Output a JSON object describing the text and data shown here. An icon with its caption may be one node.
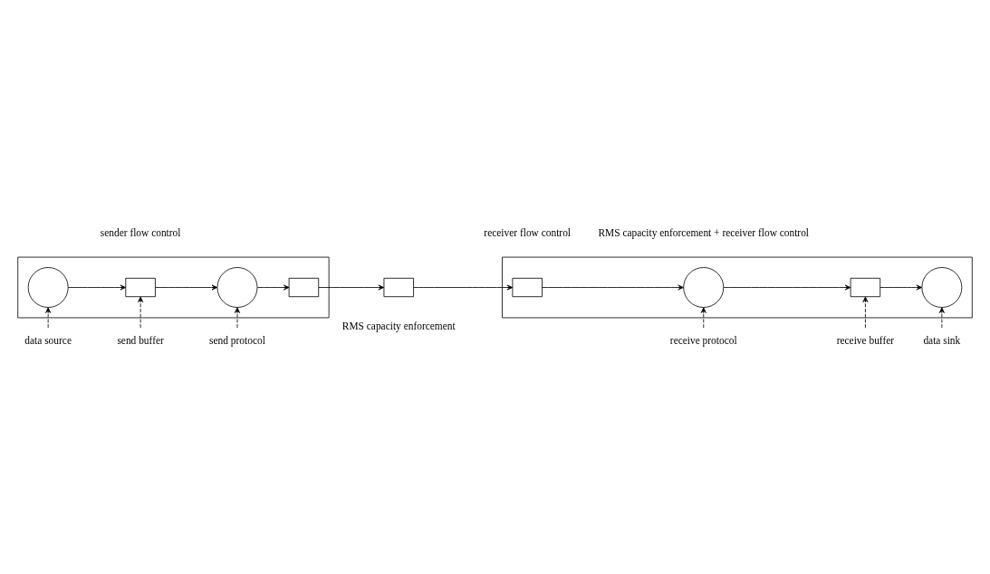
{
  "diagram": {
    "nodes": [
      {
        "text": [
          "data source"
        ]
      },
      {
        "text": [
          "send buffer"
        ]
      },
      {
        "text": [
          "send protocol"
        ]
      },
      {
        "text": [
          "receive protocol"
        ]
      },
      {
        "text": [
          "receive buffer"
        ]
      },
      {
        "text": [
          "data sink"
        ]
      },
      {
        "text": [],
        "shape": "box"
      },
      {
        "text": [],
        "shape": "circle",
        "in": 6
      },
      {
        "text": [],
        "shape": "box",
        "in": 6
      },
      {
        "text": [],
        "shape": "circle",
        "in": 6
      },
      {
        "text": [],
        "shape": "box",
        "in": 6
      },
      {
        "text": [],
        "shape": "box"
      },
      {
        "text": [],
        "shape": "box"
      },
      {
        "text": [],
        "shape": "box",
        "in": 12
      },
      {
        "text": [],
        "shape": "circle",
        "in": 12
      },
      {
        "text": [],
        "shape": "box",
        "in": 12
      },
      {
        "text": [],
        "shape": "circle",
        "in": 12
      }
    ],
    "edges": [
      {
        "from": 7,
        "to": 8,
        "arrow": "to"
      },
      {
        "from": 8,
        "to": 9,
        "arrow": "to"
      },
      {
        "from": 9,
        "to": 10,
        "arrow": "to"
      },
      {
        "from": 10,
        "to": 11,
        "arrow": "to"
      },
      {
        "from": 11,
        "to": 13,
        "arrow": "to"
      },
      {
        "from": 13,
        "to": 14,
        "arrow": "to"
      },
      {
        "from": 14,
        "to": 15,
        "arrow": "to"
      },
      {
        "from": 15,
        "to": 16,
        "arrow": "to"
      },
      {
        "from": 0,
        "to": 7,
        "arrow": "to",
        "style": "dashed"
      },
      {
        "from": 1,
        "to": 8,
        "arrow": "to",
        "style": "dashed"
      },
      {
        "from": 2,
        "to": 9,
        "arrow": "to",
        "style": "dashed"
      },
      {
        "from": 3,
        "to": 14,
        "arrow": "to",
        "style": "dashed"
      },
      {
        "from": 4,
        "to": 15,
        "arrow": "to",
        "style": "dashed"
      },
      {
        "from": 5,
        "to": 16,
        "arrow": "to",
        "style": "dashed"
      }
    ],
    "labels": [
      "RMS capacity enforcement",
      "sender flow control",
      "receiver flow control",
      "RMS capacity enforcement + receiver flow control"
    ]
  }
}
